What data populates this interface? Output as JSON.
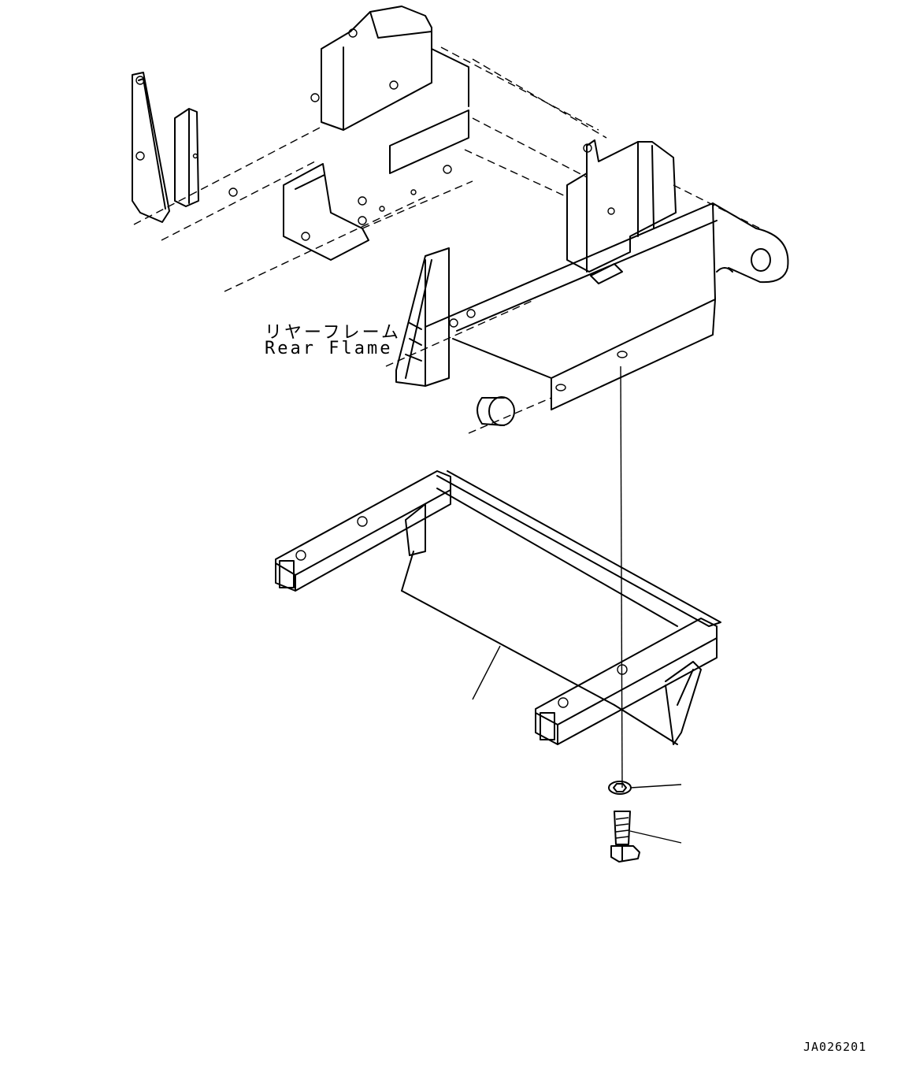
{
  "labels": {
    "rear_frame_jp": "リヤーフレーム",
    "rear_frame_en": "Rear Flame",
    "drawing_code": "JA026201"
  },
  "components": [
    "rear-frame",
    "mounting-bracket",
    "collar",
    "washer",
    "bolt"
  ],
  "colors": {
    "line": "#000000",
    "background": "#ffffff"
  }
}
